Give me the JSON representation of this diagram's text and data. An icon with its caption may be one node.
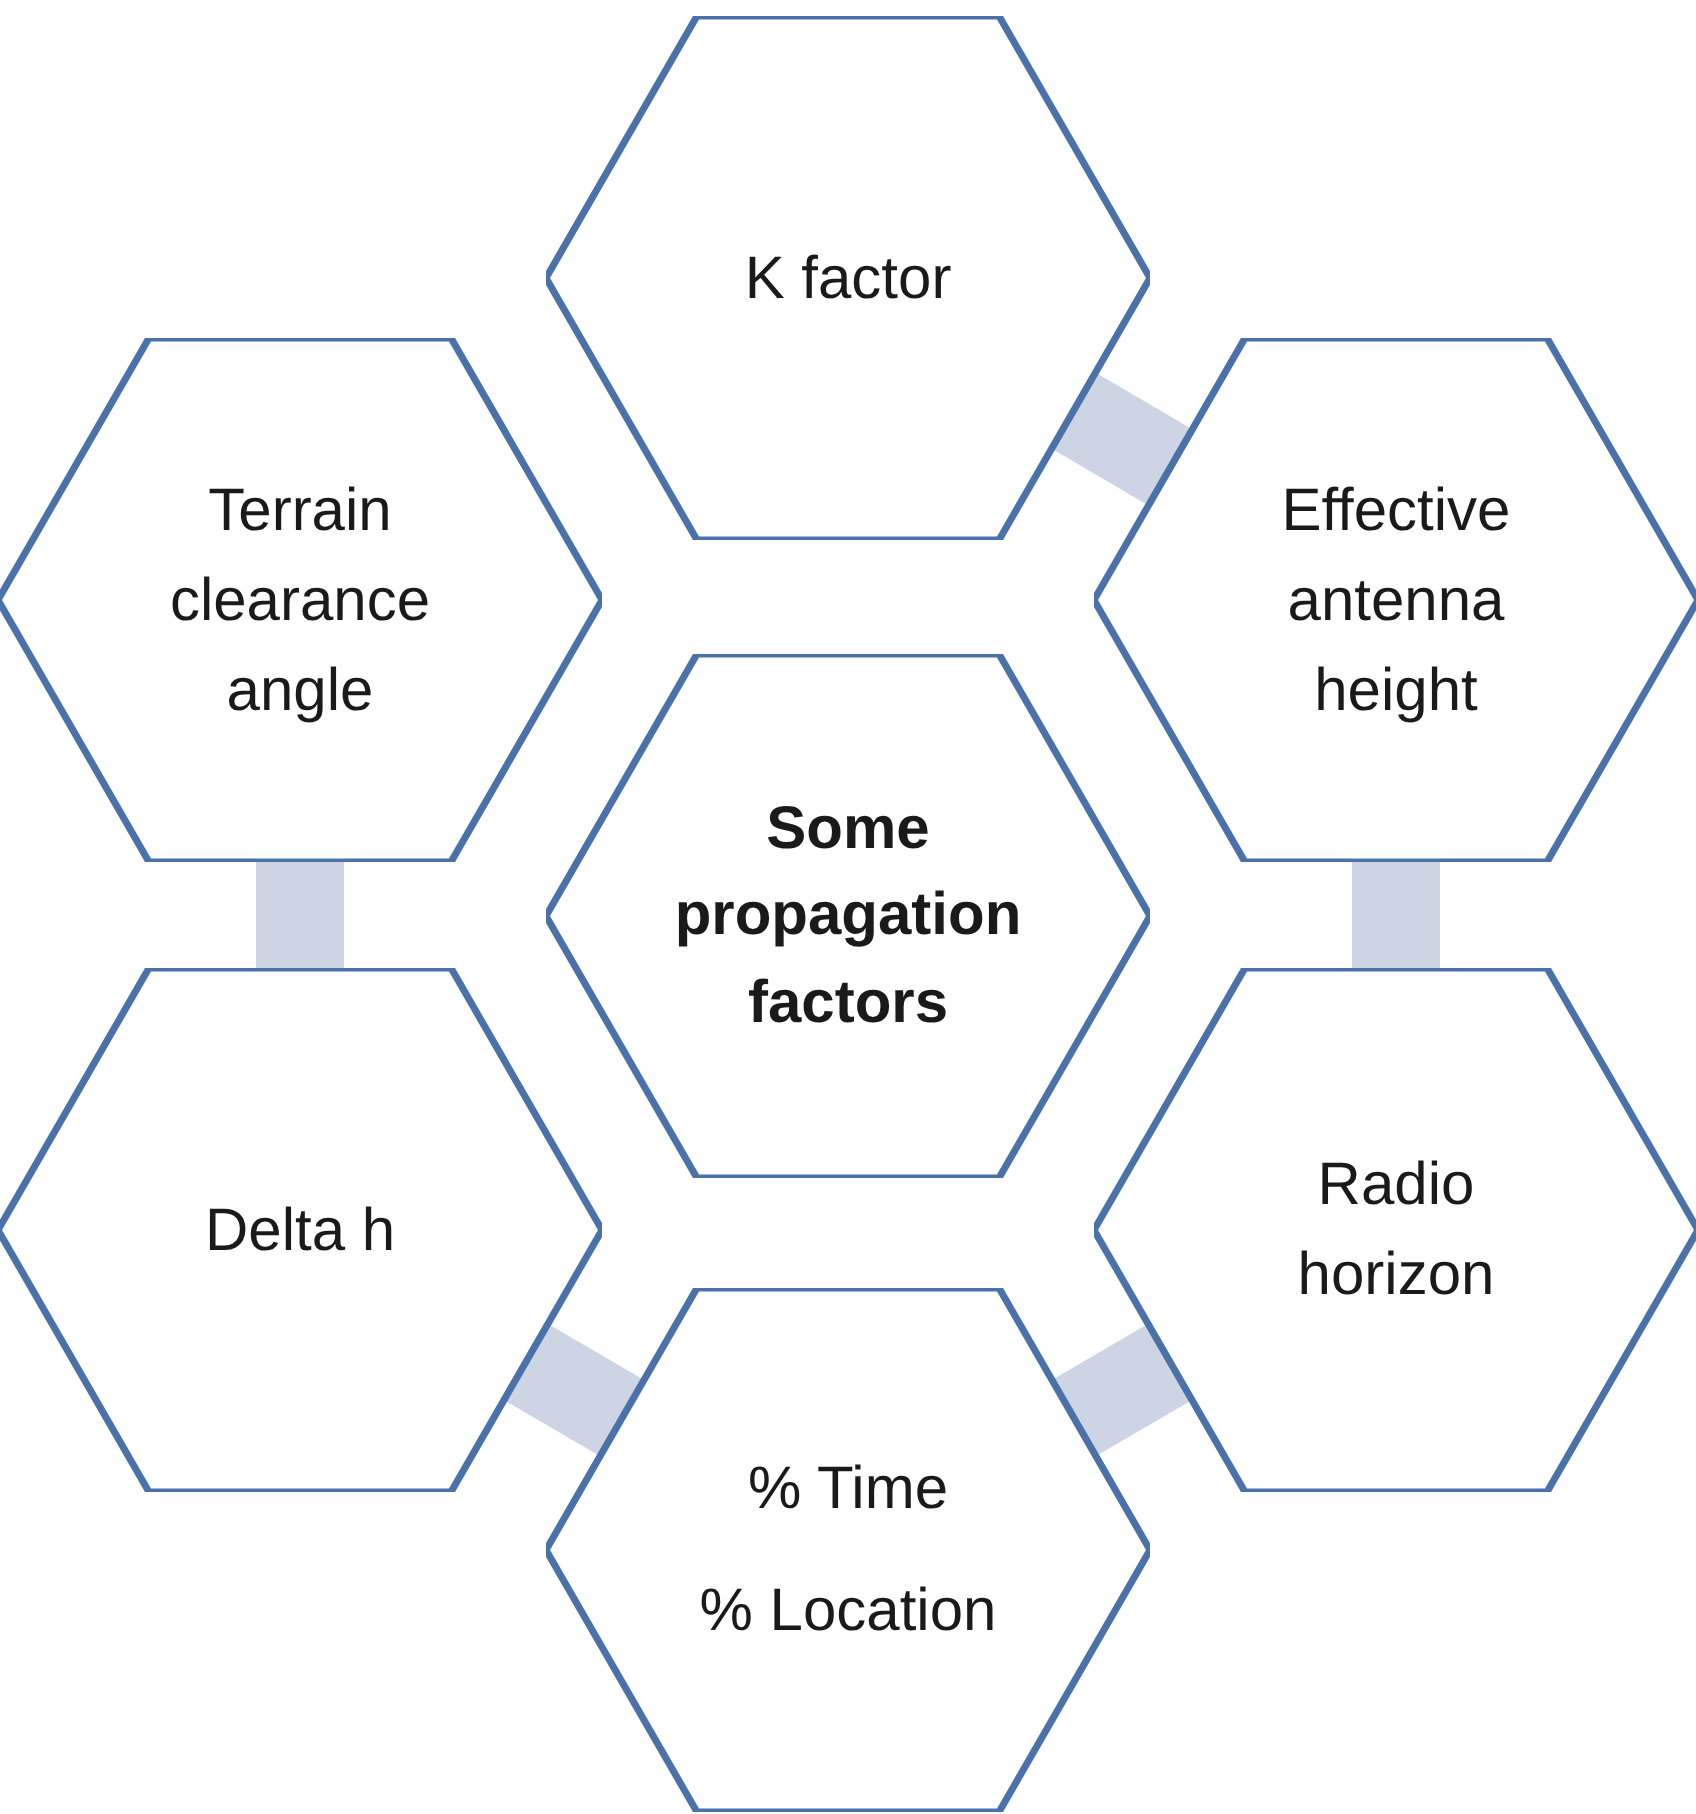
{
  "diagram": {
    "nodes": [
      {
        "text": [
          "K factor"
        ]
      },
      {
        "text": [
          "Terrain clearance angle"
        ]
      },
      {
        "text": [
          "Effective antenna height"
        ]
      },
      {
        "text": [
          "Some propagation factors"
        ]
      },
      {
        "text": [
          "Delta h"
        ]
      },
      {
        "text": [
          "Radio horizon"
        ]
      },
      {
        "text": [
          "% Time",
          "% Location"
        ]
      }
    ],
    "edges": [
      {
        "from": 0,
        "to": 2,
        "arrow": "none"
      },
      {
        "from": 2,
        "to": 5,
        "arrow": "none"
      },
      {
        "from": 5,
        "to": 6,
        "arrow": "none"
      },
      {
        "from": 6,
        "to": 4,
        "arrow": "none"
      },
      {
        "from": 4,
        "to": 1,
        "arrow": "none"
      }
    ]
  }
}
